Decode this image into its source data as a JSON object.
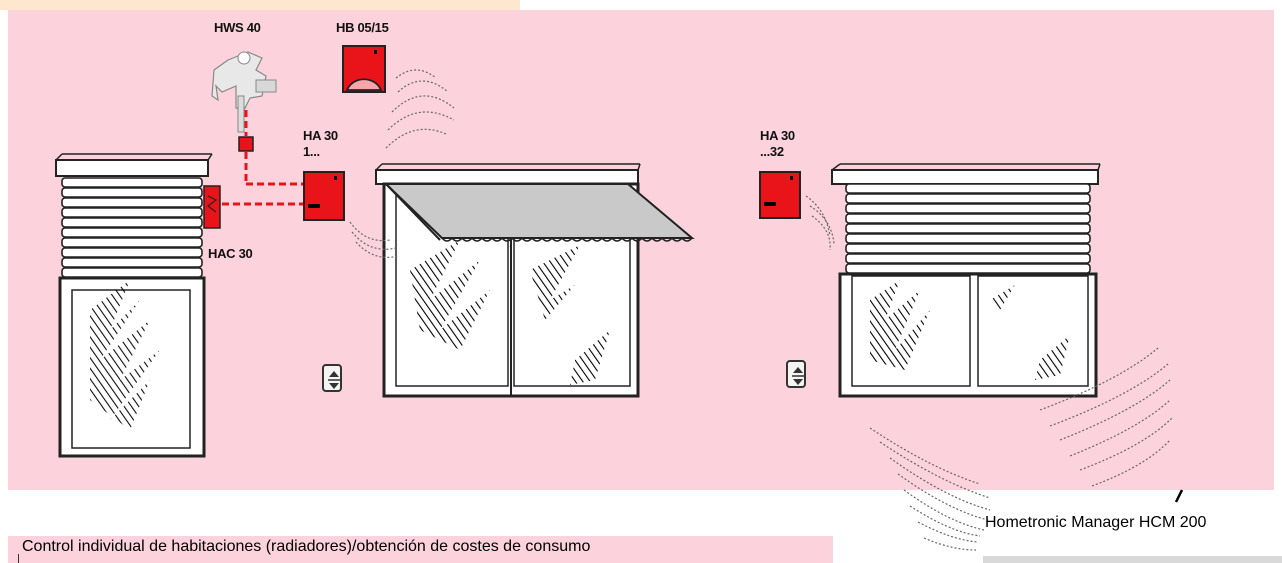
{
  "labels": {
    "hws": "HWS 40",
    "hb": "HB 05/15",
    "ha30_left": "HA 30",
    "ha30_left_range": "1...",
    "hac": "HAC 30",
    "ha30_right": "HA 30",
    "ha30_right_range": "...32"
  },
  "caption": "Control individual de habitaciones (radiadores)/obtención de costes de consumo",
  "manager_label": "Hometronic Manager HCM 200",
  "colors": {
    "panel": "#fcd3dc",
    "device_red": "#e8141a",
    "wire_red": "#e8141a",
    "awning_grey": "#c9c9c9"
  },
  "icons": [
    "weather-station-icon",
    "wall-thermostat-icon",
    "actuator-icon",
    "updown-control-icon",
    "radio-wave-icon"
  ]
}
